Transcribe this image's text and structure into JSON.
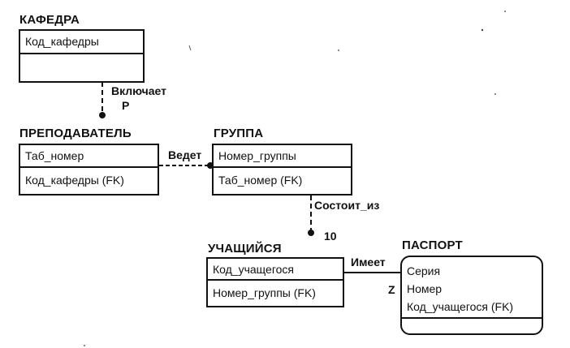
{
  "entities": {
    "kafedra": {
      "title": "КАФЕДРА",
      "key": [
        "Код_кафедры"
      ],
      "attrs": []
    },
    "prepodavatel": {
      "title": "ПРЕПОДАВАТЕЛЬ",
      "key": [
        "Таб_номер"
      ],
      "attrs": [
        "Код_кафедры (FK)"
      ]
    },
    "gruppa": {
      "title": "ГРУППА",
      "key": [
        "Номер_группы"
      ],
      "attrs": [
        "Таб_номер (FK)"
      ]
    },
    "uchashiysya": {
      "title": "УЧАЩИЙСЯ",
      "key": [
        "Код_учащегося"
      ],
      "attrs": [
        "Номер_группы (FK)"
      ]
    },
    "pasport": {
      "title": "ПАСПОРТ",
      "key": [],
      "attrs": [
        "Серия",
        "Номер",
        "Код_учащегося (FK)"
      ]
    }
  },
  "relationships": {
    "vklyuchaet": {
      "label": "Включает",
      "cardinality": "P"
    },
    "vedet": {
      "label": "Ведет"
    },
    "sostoit_iz": {
      "label": "Состоит_из",
      "cardinality": "10"
    },
    "imeet": {
      "label": "Имеет",
      "cardinality": "Z"
    }
  }
}
